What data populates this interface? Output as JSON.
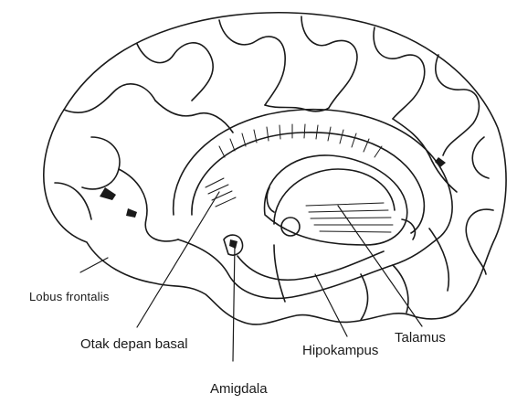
{
  "labels": {
    "lobus_frontalis": "Lobus frontalis",
    "otak_depan_basal": "Otak depan basal",
    "hipokampus": "Hipokampus",
    "talamus": "Talamus",
    "amigdala": "Amigdala"
  },
  "colors": {
    "ink": "#1a1a1a",
    "background": "#ffffff"
  }
}
